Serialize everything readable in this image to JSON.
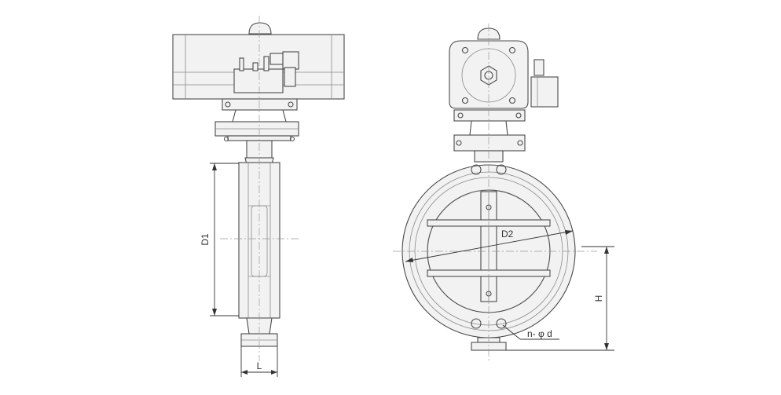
{
  "labels": {
    "d1": "D1",
    "l": "L",
    "d2": "D2",
    "h": "H",
    "nd": "n- φ d"
  },
  "colors": {
    "line": "#4a4a4a",
    "fill": "#f2f2f2",
    "background": "#ffffff"
  }
}
